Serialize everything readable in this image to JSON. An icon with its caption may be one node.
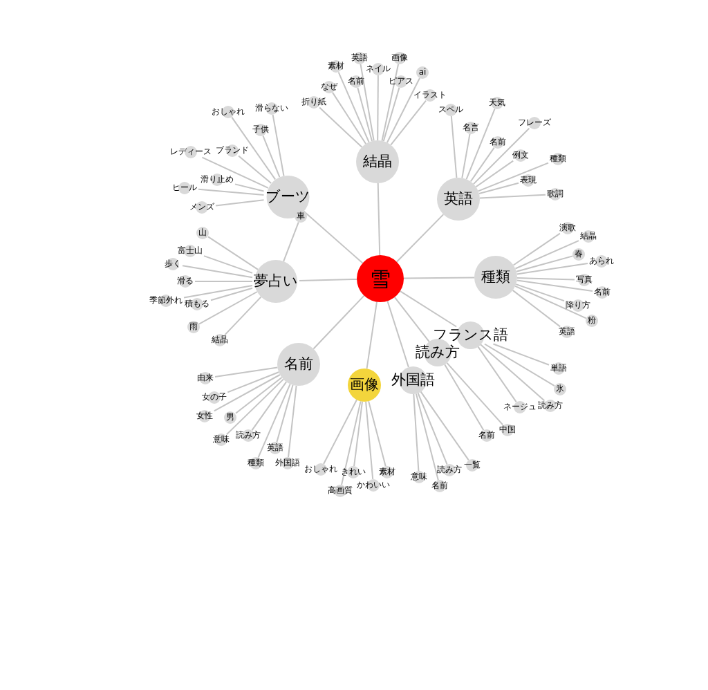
{
  "diagram": {
    "nodes": [
      {
        "text": [
          "雪"
        ]
      },
      {
        "text": [
          "結晶"
        ]
      },
      {
        "text": [
          "英語"
        ]
      },
      {
        "text": [
          "ブーツ"
        ]
      },
      {
        "text": [
          "夢占い"
        ]
      },
      {
        "text": [
          "種類"
        ]
      },
      {
        "text": [
          "フランス語"
        ]
      },
      {
        "text": [
          "読み方"
        ]
      },
      {
        "text": [
          "外国語"
        ]
      },
      {
        "text": [
          "画像"
        ]
      },
      {
        "text": [
          "名前"
        ]
      },
      {
        "text": [
          "折り紙"
        ]
      },
      {
        "text": [
          "なぜ"
        ]
      },
      {
        "text": [
          "素材"
        ]
      },
      {
        "text": [
          "名前"
        ]
      },
      {
        "text": [
          "英語"
        ]
      },
      {
        "text": [
          "ネイル"
        ]
      },
      {
        "text": [
          "画像"
        ]
      },
      {
        "text": [
          "ピアス"
        ]
      },
      {
        "text": [
          "ai"
        ]
      },
      {
        "text": [
          "イラスト"
        ]
      },
      {
        "text": [
          "おしゃれ"
        ]
      },
      {
        "text": [
          "子供"
        ]
      },
      {
        "text": [
          "滑らない"
        ]
      },
      {
        "text": [
          "レディース"
        ]
      },
      {
        "text": [
          "ブランド"
        ]
      },
      {
        "text": [
          "ヒール"
        ]
      },
      {
        "text": [
          "滑り止め"
        ]
      },
      {
        "text": [
          "メンズ"
        ]
      },
      {
        "text": [
          "スペル"
        ]
      },
      {
        "text": [
          "天気"
        ]
      },
      {
        "text": [
          "名言"
        ]
      },
      {
        "text": [
          "フレーズ"
        ]
      },
      {
        "text": [
          "名前"
        ]
      },
      {
        "text": [
          "例文"
        ]
      },
      {
        "text": [
          "種類"
        ]
      },
      {
        "text": [
          "表現"
        ]
      },
      {
        "text": [
          "歌詞"
        ]
      },
      {
        "text": [
          "車"
        ]
      },
      {
        "text": [
          "山"
        ]
      },
      {
        "text": [
          "富士山"
        ]
      },
      {
        "text": [
          "歩く"
        ]
      },
      {
        "text": [
          "滑る"
        ]
      },
      {
        "text": [
          "季節外れ"
        ]
      },
      {
        "text": [
          "積もる"
        ]
      },
      {
        "text": [
          "雨"
        ]
      },
      {
        "text": [
          "結晶"
        ]
      },
      {
        "text": [
          "演歌"
        ]
      },
      {
        "text": [
          "結晶"
        ]
      },
      {
        "text": [
          "春"
        ]
      },
      {
        "text": [
          "あられ"
        ]
      },
      {
        "text": [
          "写真"
        ]
      },
      {
        "text": [
          "名前"
        ]
      },
      {
        "text": [
          "降り方"
        ]
      },
      {
        "text": [
          "粉"
        ]
      },
      {
        "text": [
          "英語"
        ]
      },
      {
        "text": [
          "単語"
        ]
      },
      {
        "text": [
          "氷"
        ]
      },
      {
        "text": [
          "ネージュ"
        ]
      },
      {
        "text": [
          "読み方"
        ]
      },
      {
        "text": [
          "名前"
        ]
      },
      {
        "text": [
          "中国"
        ]
      },
      {
        "text": [
          "意味"
        ]
      },
      {
        "text": [
          "名前"
        ]
      },
      {
        "text": [
          "読み方"
        ]
      },
      {
        "text": [
          "一覧"
        ]
      },
      {
        "text": [
          "おしゃれ"
        ]
      },
      {
        "text": [
          "きれい"
        ]
      },
      {
        "text": [
          "高画質"
        ]
      },
      {
        "text": [
          "かわいい"
        ]
      },
      {
        "text": [
          "素材"
        ]
      },
      {
        "text": [
          "由来"
        ]
      },
      {
        "text": [
          "女の子"
        ]
      },
      {
        "text": [
          "女性"
        ]
      },
      {
        "text": [
          "男"
        ]
      },
      {
        "text": [
          "意味"
        ]
      },
      {
        "text": [
          "読み方"
        ]
      },
      {
        "text": [
          "英語"
        ]
      },
      {
        "text": [
          "種類"
        ]
      },
      {
        "text": [
          "外国語"
        ]
      }
    ],
    "edges": [
      {
        "from": 0,
        "to": 1,
        "arrow": "none"
      },
      {
        "from": 0,
        "to": 2,
        "arrow": "none"
      },
      {
        "from": 0,
        "to": 3,
        "arrow": "none"
      },
      {
        "from": 0,
        "to": 4,
        "arrow": "none"
      },
      {
        "from": 0,
        "to": 5,
        "arrow": "none"
      },
      {
        "from": 0,
        "to": 6,
        "arrow": "none"
      },
      {
        "from": 0,
        "to": 7,
        "arrow": "none"
      },
      {
        "from": 0,
        "to": 8,
        "arrow": "none"
      },
      {
        "from": 0,
        "to": 9,
        "arrow": "none"
      },
      {
        "from": 0,
        "to": 10,
        "arrow": "none"
      },
      {
        "from": 1,
        "to": 11,
        "arrow": "none"
      },
      {
        "from": 1,
        "to": 12,
        "arrow": "none"
      },
      {
        "from": 1,
        "to": 13,
        "arrow": "none"
      },
      {
        "from": 1,
        "to": 14,
        "arrow": "none"
      },
      {
        "from": 1,
        "to": 15,
        "arrow": "none"
      },
      {
        "from": 1,
        "to": 16,
        "arrow": "none"
      },
      {
        "from": 1,
        "to": 17,
        "arrow": "none"
      },
      {
        "from": 1,
        "to": 18,
        "arrow": "none"
      },
      {
        "from": 1,
        "to": 19,
        "arrow": "none"
      },
      {
        "from": 1,
        "to": 20,
        "arrow": "none"
      },
      {
        "from": 3,
        "to": 21,
        "arrow": "none"
      },
      {
        "from": 3,
        "to": 22,
        "arrow": "none"
      },
      {
        "from": 3,
        "to": 23,
        "arrow": "none"
      },
      {
        "from": 3,
        "to": 24,
        "arrow": "none"
      },
      {
        "from": 3,
        "to": 25,
        "arrow": "none"
      },
      {
        "from": 3,
        "to": 26,
        "arrow": "none"
      },
      {
        "from": 3,
        "to": 27,
        "arrow": "none"
      },
      {
        "from": 3,
        "to": 28,
        "arrow": "none"
      },
      {
        "from": 2,
        "to": 29,
        "arrow": "none"
      },
      {
        "from": 2,
        "to": 30,
        "arrow": "none"
      },
      {
        "from": 2,
        "to": 31,
        "arrow": "none"
      },
      {
        "from": 2,
        "to": 32,
        "arrow": "none"
      },
      {
        "from": 2,
        "to": 33,
        "arrow": "none"
      },
      {
        "from": 2,
        "to": 34,
        "arrow": "none"
      },
      {
        "from": 2,
        "to": 35,
        "arrow": "none"
      },
      {
        "from": 2,
        "to": 36,
        "arrow": "none"
      },
      {
        "from": 2,
        "to": 37,
        "arrow": "none"
      },
      {
        "from": 4,
        "to": 38,
        "arrow": "none"
      },
      {
        "from": 4,
        "to": 39,
        "arrow": "none"
      },
      {
        "from": 4,
        "to": 40,
        "arrow": "none"
      },
      {
        "from": 4,
        "to": 41,
        "arrow": "none"
      },
      {
        "from": 4,
        "to": 42,
        "arrow": "none"
      },
      {
        "from": 4,
        "to": 43,
        "arrow": "none"
      },
      {
        "from": 4,
        "to": 44,
        "arrow": "none"
      },
      {
        "from": 4,
        "to": 45,
        "arrow": "none"
      },
      {
        "from": 4,
        "to": 46,
        "arrow": "none"
      },
      {
        "from": 5,
        "to": 47,
        "arrow": "none"
      },
      {
        "from": 5,
        "to": 48,
        "arrow": "none"
      },
      {
        "from": 5,
        "to": 49,
        "arrow": "none"
      },
      {
        "from": 5,
        "to": 50,
        "arrow": "none"
      },
      {
        "from": 5,
        "to": 51,
        "arrow": "none"
      },
      {
        "from": 5,
        "to": 52,
        "arrow": "none"
      },
      {
        "from": 5,
        "to": 53,
        "arrow": "none"
      },
      {
        "from": 5,
        "to": 54,
        "arrow": "none"
      },
      {
        "from": 5,
        "to": 55,
        "arrow": "none"
      },
      {
        "from": 6,
        "to": 56,
        "arrow": "none"
      },
      {
        "from": 6,
        "to": 57,
        "arrow": "none"
      },
      {
        "from": 6,
        "to": 58,
        "arrow": "none"
      },
      {
        "from": 6,
        "to": 59,
        "arrow": "none"
      },
      {
        "from": 7,
        "to": 60,
        "arrow": "none"
      },
      {
        "from": 7,
        "to": 61,
        "arrow": "none"
      },
      {
        "from": 8,
        "to": 62,
        "arrow": "none"
      },
      {
        "from": 8,
        "to": 63,
        "arrow": "none"
      },
      {
        "from": 8,
        "to": 64,
        "arrow": "none"
      },
      {
        "from": 8,
        "to": 65,
        "arrow": "none"
      },
      {
        "from": 9,
        "to": 66,
        "arrow": "none"
      },
      {
        "from": 9,
        "to": 67,
        "arrow": "none"
      },
      {
        "from": 9,
        "to": 68,
        "arrow": "none"
      },
      {
        "from": 9,
        "to": 69,
        "arrow": "none"
      },
      {
        "from": 9,
        "to": 70,
        "arrow": "none"
      },
      {
        "from": 10,
        "to": 71,
        "arrow": "none"
      },
      {
        "from": 10,
        "to": 72,
        "arrow": "none"
      },
      {
        "from": 10,
        "to": 73,
        "arrow": "none"
      },
      {
        "from": 10,
        "to": 74,
        "arrow": "none"
      },
      {
        "from": 10,
        "to": 75,
        "arrow": "none"
      },
      {
        "from": 10,
        "to": 76,
        "arrow": "none"
      },
      {
        "from": 10,
        "to": 77,
        "arrow": "none"
      },
      {
        "from": 10,
        "to": 78,
        "arrow": "none"
      },
      {
        "from": 10,
        "to": 79,
        "arrow": "none"
      }
    ]
  }
}
